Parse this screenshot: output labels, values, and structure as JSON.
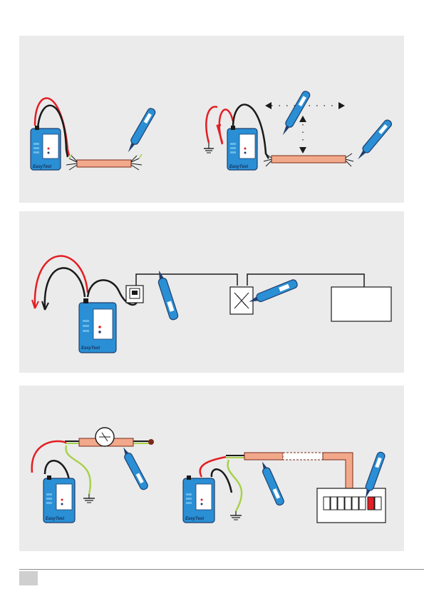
{
  "brand": {
    "name": "EasyTest",
    "colors": {
      "device_blue": "#2a8fd4",
      "device_dark": "#1f3f6e",
      "lead_red": "#e31e24",
      "lead_black": "#1a1a1a",
      "earth_green": "#a8d14c",
      "cable_salmon": "#f2a88a",
      "panel_grey": "#ebebeb"
    }
  },
  "figures": [
    {
      "id": "fig-1",
      "content": "tracer device with red and black leads on a cable pair; probe held near cable"
    },
    {
      "id": "fig-2",
      "content": "tracer with red lead to earth, black lead on cable; probe measures distance from cable"
    },
    {
      "id": "fig-3",
      "content": "tracer connected to telephone socket; wiring to junction box and terminal box; probe at junction"
    },
    {
      "id": "fig-4",
      "content": "tracer on conductor with green earth lead; wire in magnified view; probe near cable"
    },
    {
      "id": "fig-5",
      "content": "tracer on cable with green earth lead; cable runs to distribution board; probe identifies breaker"
    }
  ],
  "icons": [
    "tracer-device-icon",
    "probe-icon",
    "earth-symbol-icon",
    "telephone-socket-icon",
    "junction-box-icon",
    "terminal-box-icon",
    "distribution-board-icon"
  ]
}
